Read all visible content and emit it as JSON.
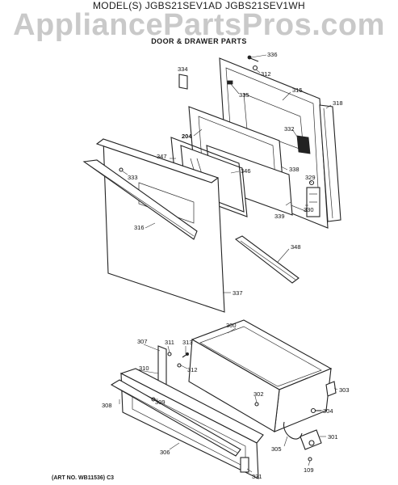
{
  "header": {
    "model_title": "MODEL(S) JGBS21SEV1AD  JGBS21SEV1WH",
    "watermark": "AppliancePartsPros.com",
    "section_title": "DOOR & DRAWER PARTS"
  },
  "footer": {
    "art_number": "(ART NO. WB11536) C3"
  },
  "part_labels": {
    "p336": "336",
    "p312a": "312",
    "p334": "334",
    "p335": "335",
    "p315": "315",
    "p318": "318",
    "p204": "204",
    "p332": "332",
    "p347": "347",
    "p346": "346",
    "p338": "338",
    "p333": "333",
    "p329": "329",
    "p339": "339",
    "p330": "330",
    "p316": "316",
    "p348": "348",
    "p337": "337",
    "p300": "300",
    "p307": "307",
    "p311": "311",
    "p313": "313",
    "p312b": "312",
    "p310": "310",
    "p303": "303",
    "p302": "302",
    "p308": "308",
    "p309": "309",
    "p304": "304",
    "p301": "301",
    "p305": "305",
    "p306": "306",
    "p109": "109",
    "p331": "331"
  }
}
